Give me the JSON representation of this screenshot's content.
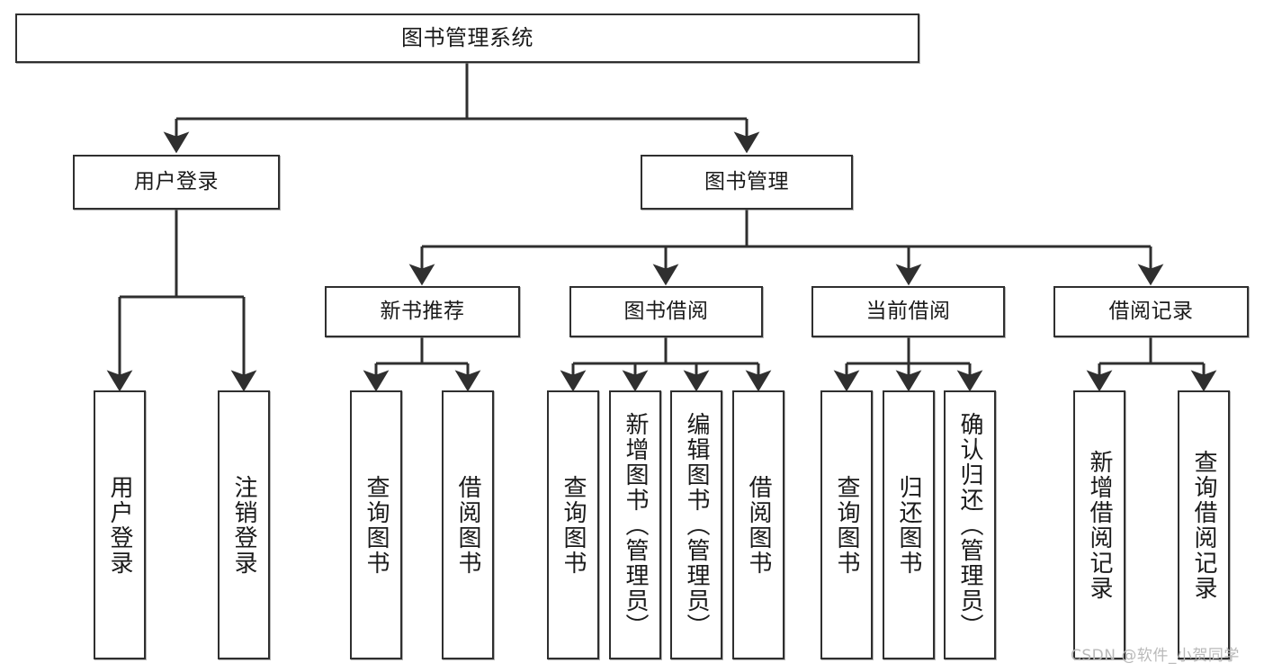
{
  "diagram": {
    "title": "图书管理系统",
    "type": "tree-hierarchy-diagram",
    "orientation": "top-down",
    "colors": {
      "node_border": "#2f2f2f",
      "node_fill": "#ffffff",
      "edge": "#2f2f2f",
      "text": "#1a1a1a",
      "background": "#ffffff",
      "watermark": "#b9b9b9"
    }
  },
  "nodes": {
    "root": {
      "id": "root",
      "label": "图书管理系统",
      "level": 0
    },
    "level1": [
      {
        "id": "user-login",
        "label": "用户登录",
        "level": 1
      },
      {
        "id": "book-management",
        "label": "图书管理",
        "level": 1
      }
    ],
    "level2": [
      {
        "id": "new-book-recommend",
        "label": "新书推荐",
        "level": 2,
        "parent": "book-management"
      },
      {
        "id": "book-borrow",
        "label": "图书借阅",
        "level": 2,
        "parent": "book-management"
      },
      {
        "id": "current-borrow",
        "label": "当前借阅",
        "level": 2,
        "parent": "book-management"
      },
      {
        "id": "borrow-record",
        "label": "借阅记录",
        "level": 2,
        "parent": "book-management"
      }
    ],
    "leaves": [
      {
        "id": "leaf-user-login",
        "label": "用户登录",
        "parent": "user-login"
      },
      {
        "id": "leaf-logout",
        "label": "注销登录",
        "parent": "user-login"
      },
      {
        "id": "leaf-query-book-1",
        "label": "查询图书",
        "parent": "new-book-recommend"
      },
      {
        "id": "leaf-borrow-book-1",
        "label": "借阅图书",
        "parent": "new-book-recommend"
      },
      {
        "id": "leaf-query-book-2",
        "label": "查询图书",
        "parent": "book-borrow"
      },
      {
        "id": "leaf-add-book",
        "label": "新增图书（管理员）",
        "parent": "book-borrow"
      },
      {
        "id": "leaf-edit-book",
        "label": "编辑图书（管理员）",
        "parent": "book-borrow"
      },
      {
        "id": "leaf-borrow-book-2",
        "label": "借阅图书",
        "parent": "book-borrow"
      },
      {
        "id": "leaf-query-book-3",
        "label": "查询图书",
        "parent": "current-borrow"
      },
      {
        "id": "leaf-return-book",
        "label": "归还图书",
        "parent": "current-borrow"
      },
      {
        "id": "leaf-confirm-return",
        "label": "确认归还（管理员）",
        "parent": "current-borrow"
      },
      {
        "id": "leaf-add-record",
        "label": "新增借阅记录",
        "parent": "borrow-record"
      },
      {
        "id": "leaf-query-record",
        "label": "查询借阅记录",
        "parent": "borrow-record"
      }
    ]
  },
  "watermark": {
    "text": "CSDN @软件_小贺同学"
  }
}
